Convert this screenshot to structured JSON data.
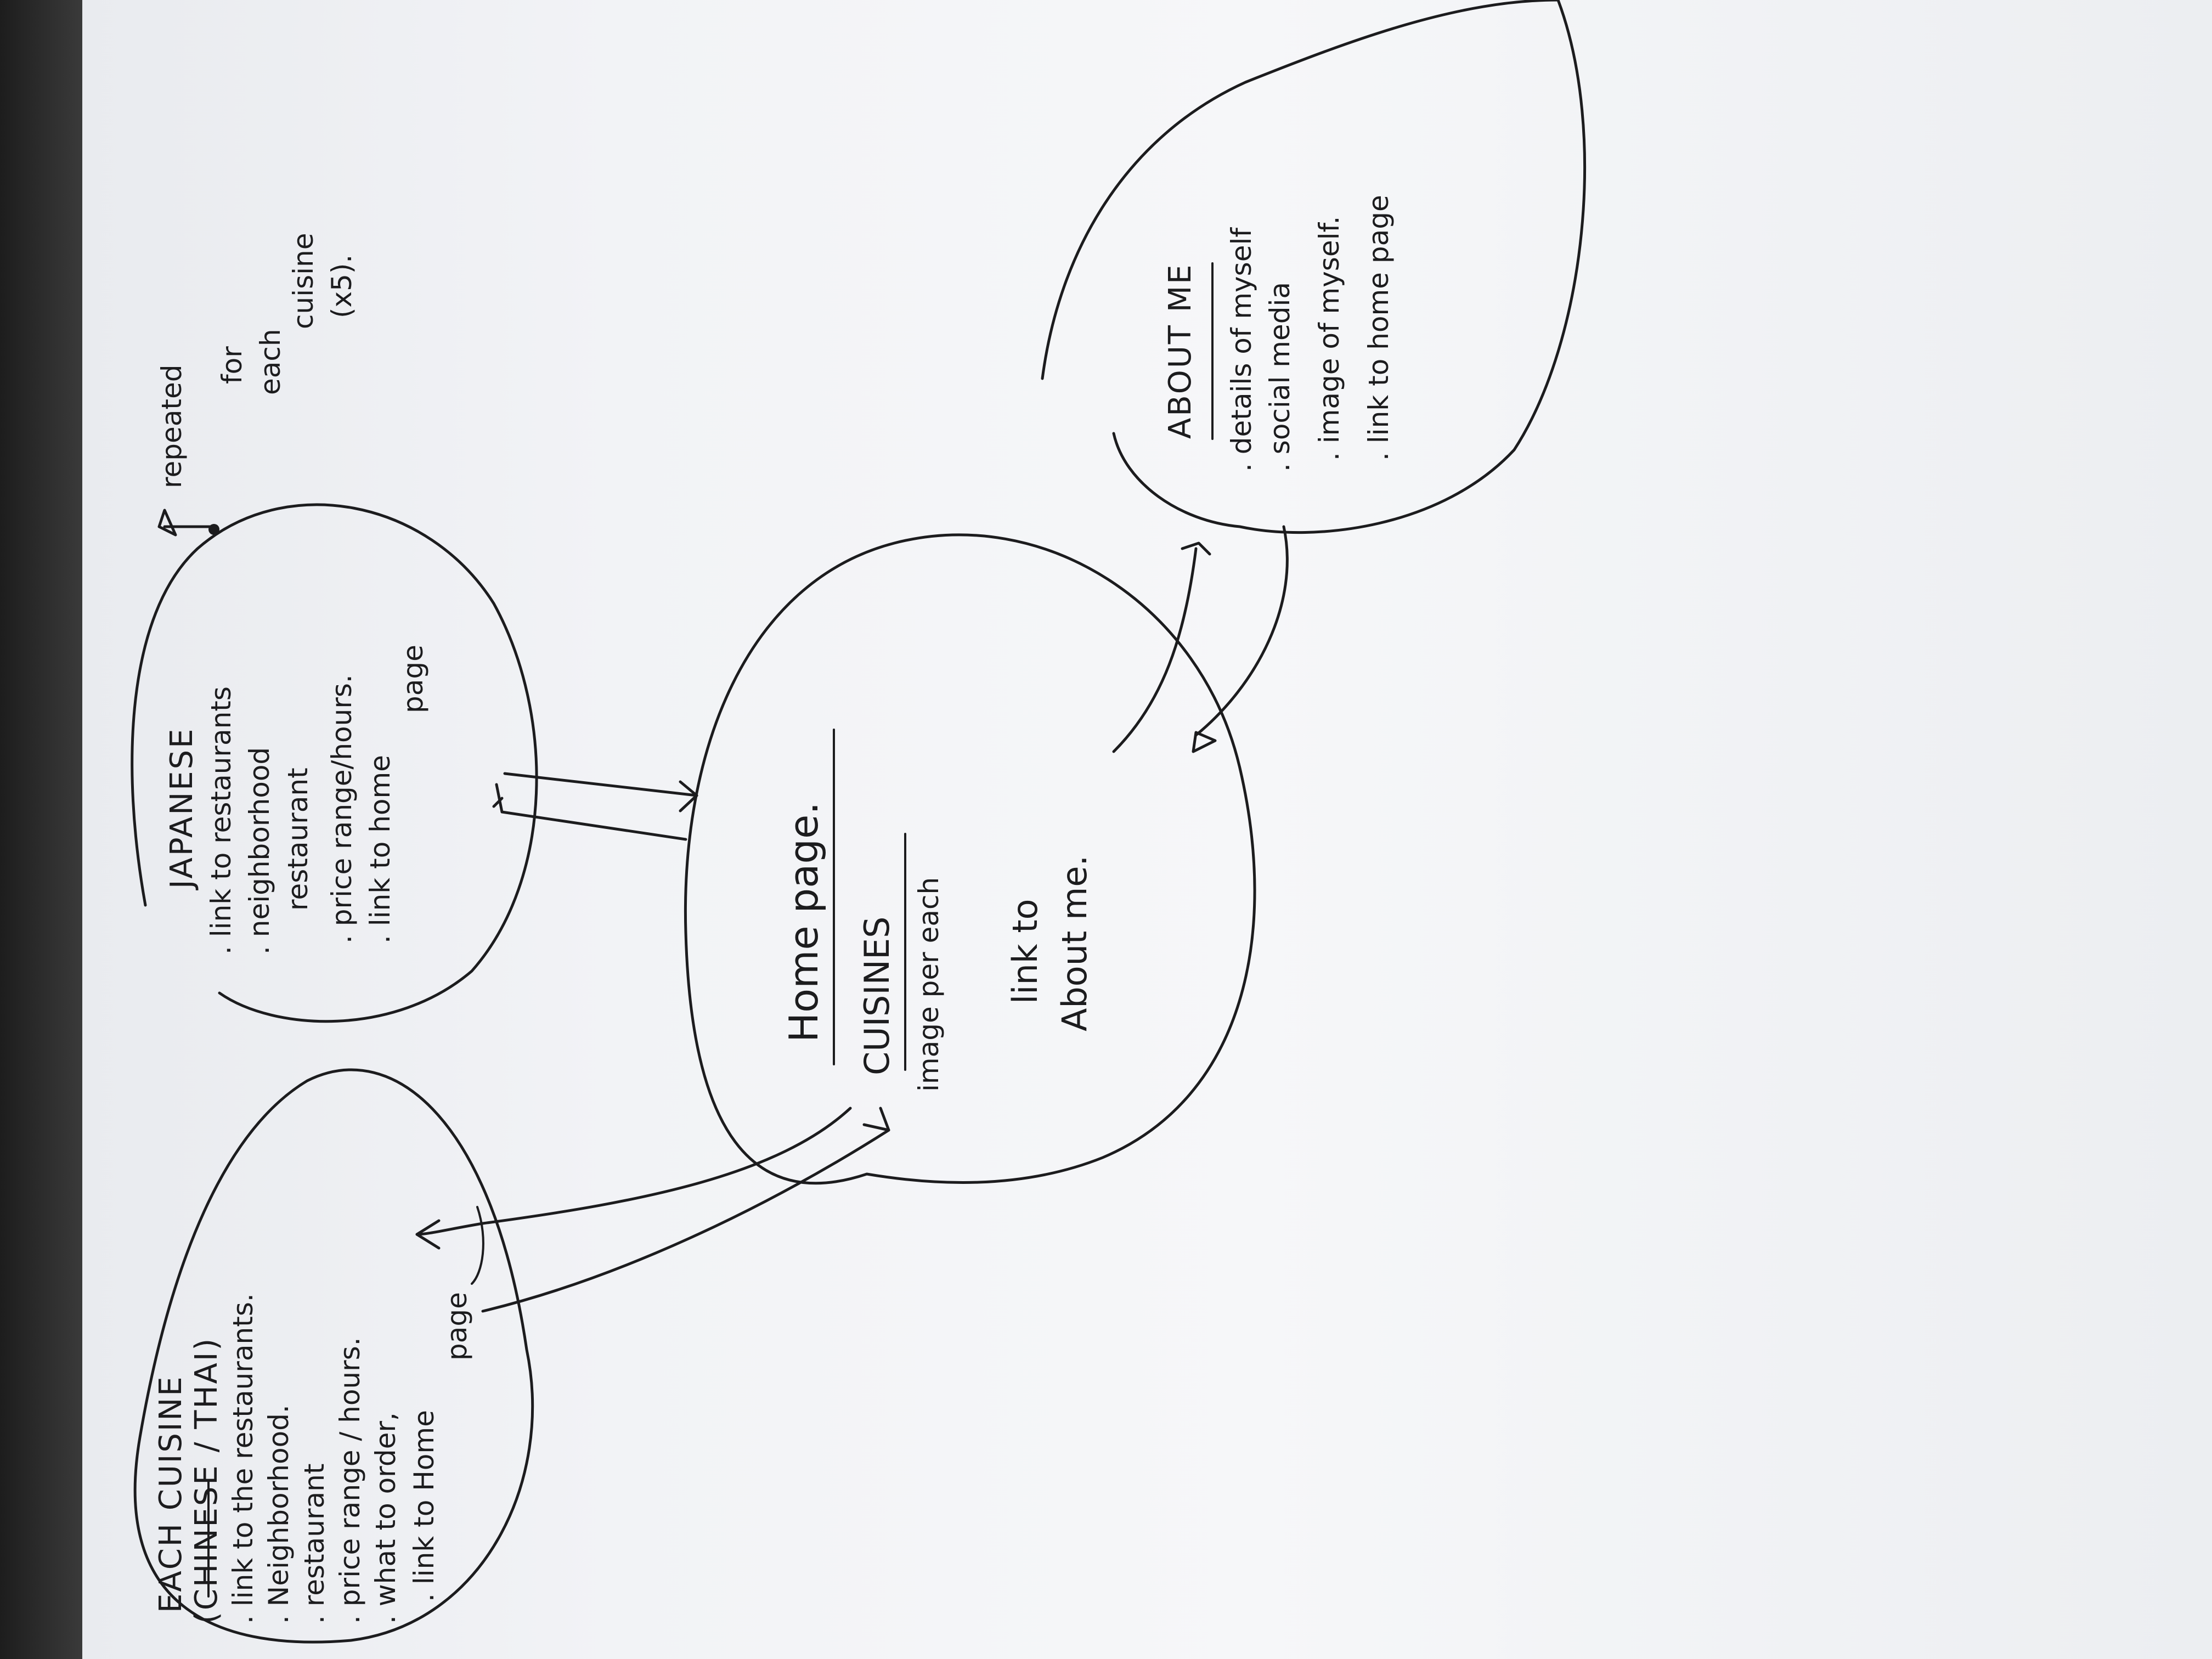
{
  "nodes": {
    "cuisine_each": {
      "title_line1": "EACH CUISINE",
      "title_line2": "(CHINESE / THAI)",
      "items": [
        ". link to the restaurants.",
        ". Neighborhood.",
        ". restaurant",
        ". price range / hours.",
        ". what to order,",
        ". link to Home",
        "page"
      ]
    },
    "japanese": {
      "title": "JAPANESE",
      "items": [
        ". link to restaurants",
        ". neighborhood",
        "restaurant",
        ". price range/hours.",
        ". link to home",
        "page"
      ]
    },
    "home": {
      "title": "Home page.",
      "cuisines": "CUISINES",
      "image_note": "image per each",
      "link_line1": "link to",
      "link_line2": "About me."
    },
    "about": {
      "title": "ABOUT ME",
      "items": [
        ". details of myself",
        ". social media",
        ". image of myself.",
        ". link to home page"
      ]
    }
  },
  "annotation": {
    "line1": "repeated",
    "line2": "for",
    "line3": "each",
    "line4": "cuisine",
    "line5": "(x5)."
  }
}
